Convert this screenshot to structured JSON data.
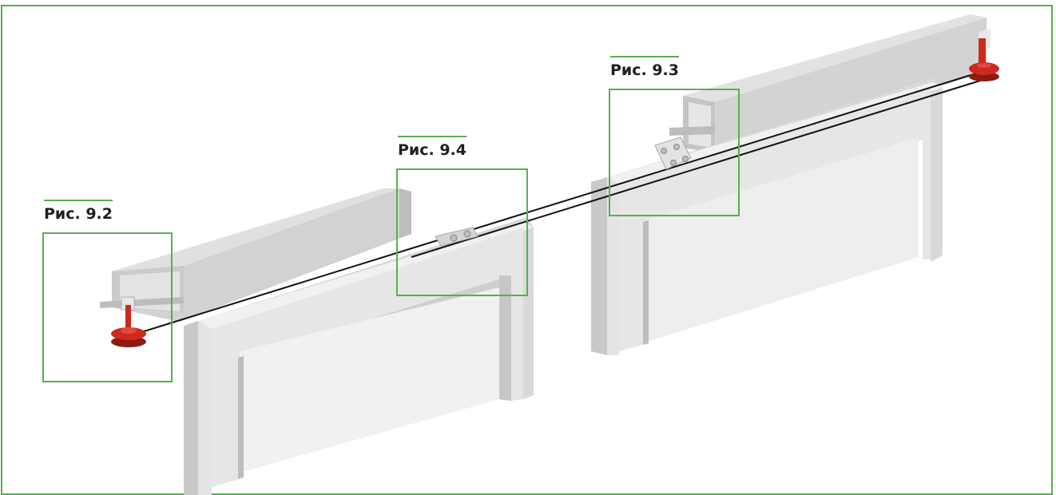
{
  "figure": {
    "callouts": [
      {
        "id": "fig-9-2",
        "label": "Рис. 9.2"
      },
      {
        "id": "fig-9-4",
        "label": "Рис. 9.4"
      },
      {
        "id": "fig-9-3",
        "label": "Рис. 9.3"
      }
    ]
  },
  "colors": {
    "frame": "#5aae50",
    "panel_light": "#ececec",
    "panel_mid": "#d9d9d9",
    "panel_dark": "#c4c4c4",
    "rail_top": "#dcdcdc",
    "rail_face": "#cdcdcd",
    "pulley": "#cc2a1e",
    "cable": "#111111"
  }
}
